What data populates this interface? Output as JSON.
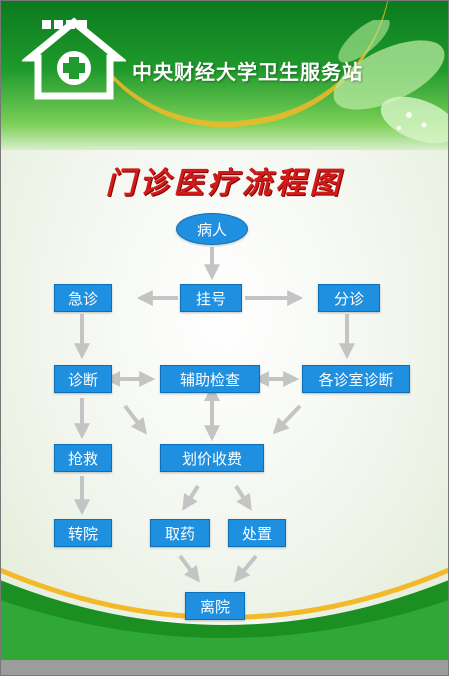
{
  "header": {
    "title": "中央财经大学卫生服务站",
    "logo_icon": "clinic-house-cross-icon"
  },
  "chart_title": "门诊医疗流程图",
  "nodes": {
    "patient": "病人",
    "register": "挂号",
    "emergency": "急诊",
    "triage": "分诊",
    "diagnosis": "诊断",
    "auxiliary": "辅助检查",
    "dept_diagnosis": "各诊室诊断",
    "rescue": "抢救",
    "billing": "划价收费",
    "transfer": "转院",
    "pharmacy": "取药",
    "treatment": "处置",
    "discharge": "离院"
  },
  "colors": {
    "node_fill": "#1f8fe0",
    "title_red": "#d11a1a",
    "header_green": "#1f9a2c",
    "accent_orange": "#f3b928",
    "arrow_gray": "#c4c4c4"
  }
}
